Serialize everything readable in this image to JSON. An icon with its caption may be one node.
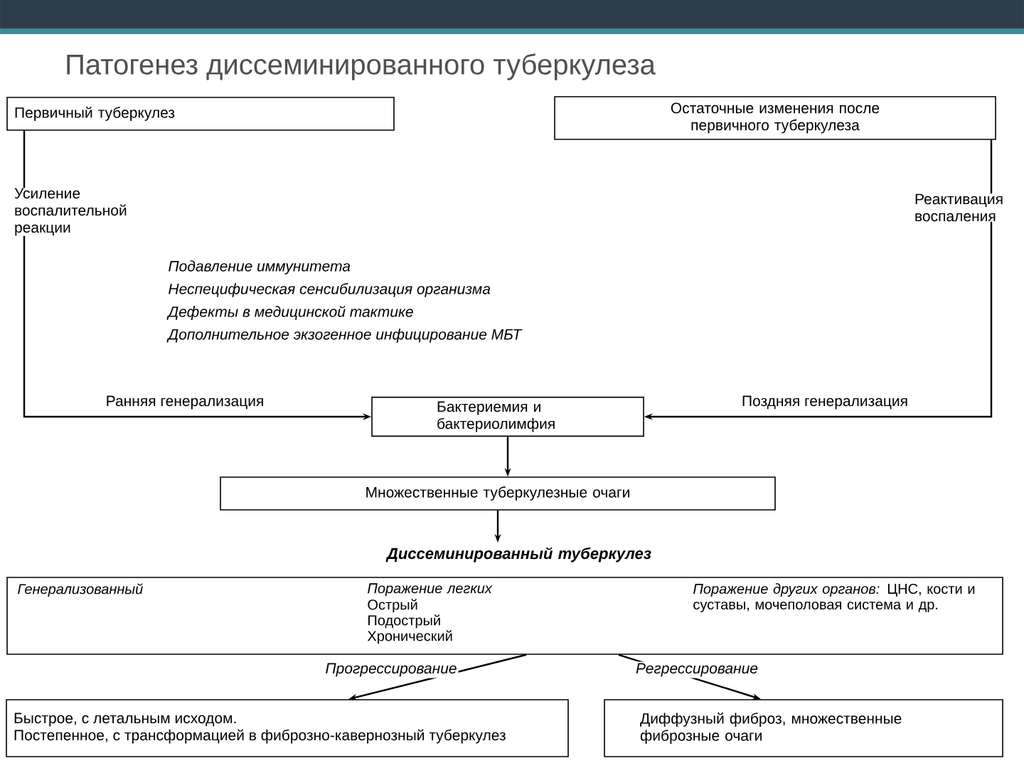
{
  "diagram": {
    "title": "Патогенез диссеминированного туберкулеза",
    "nodes": [
      {
        "text": [
          "Первичный туберкулез"
        ]
      },
      {
        "text": [
          "Остаточные изменения после первичного туберкулеза"
        ]
      },
      {
        "text": [
          "Усиление воспалительной реакции"
        ]
      },
      {
        "text": [
          "Реактивация воспаления"
        ]
      },
      {
        "text": [
          "Бактериемия и бактериолимфия"
        ]
      },
      {
        "text": [
          "Множественные туберкулезные очаги"
        ]
      },
      {
        "text": [
          "Диссеминированный туберкулез"
        ]
      },
      {
        "text": [
          "Генерализованный",
          "Поражение легких",
          "Острый Подострый Хронический",
          "*Поражение других органов:* ЦНС, кости и суставы, мочеполовая система и др."
        ]
      },
      {
        "text": [
          "Быстрое, с летальным исходом.",
          "Постепенное, с трансформацией в фиброзно-кавернозный туберкулез"
        ]
      },
      {
        "text": [
          "Диффузный фиброз, множественные фиброзные очаги"
        ]
      }
    ],
    "edges": [
      {
        "from": 0,
        "to": 2,
        "arrow": "none"
      },
      {
        "from": 1,
        "to": 3,
        "arrow": "none"
      },
      {
        "from": 2,
        "to": 4,
        "arrow": "to",
        "label": "Ранняя генерализация"
      },
      {
        "from": 3,
        "to": 4,
        "arrow": "to",
        "label": "Поздняя генерализация"
      },
      {
        "from": 4,
        "to": 5,
        "arrow": "to"
      },
      {
        "from": 5,
        "to": 6,
        "arrow": "to"
      },
      {
        "from": 7,
        "to": 8,
        "arrow": "to",
        "label": "Прогрессирование"
      },
      {
        "from": 7,
        "to": 9,
        "arrow": "to",
        "label": "Регрессирование"
      }
    ],
    "labels": [
      "Подавление иммунитета",
      "Неспецифическая сенсибилизация организма",
      "Дефекты в медицинской тактике",
      "Дополнительное экзогенное инфицирование МБТ"
    ]
  }
}
